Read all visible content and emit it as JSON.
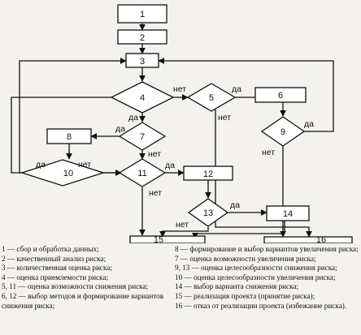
{
  "flowchart": {
    "blocks": [
      "1",
      "2",
      "3",
      "4",
      "5",
      "6",
      "7",
      "8",
      "9",
      "10",
      "11",
      "12",
      "13",
      "14",
      "15",
      "16"
    ],
    "labels": {
      "yes": "да",
      "no": "нет"
    }
  },
  "legend": {
    "left": [
      "1 — сбор и обработка данных;",
      "2 — качественный анализ риска;",
      "3 — количественная оценка риска;",
      "4 — оценка приемлемости риска;",
      "5, 11 — оценка возможности снижения риска;",
      "6, 12 — выбор методов и формирование вариантов снижения риска;"
    ],
    "right": [
      "8 — формирование и выбор вариантов увеличения риска;",
      "7 — оценка возможности увеличения риска;",
      "9, 13 — оценка целесообразности снижения риска;",
      "10 — оценка целесообразности увеличения риска;",
      "14 — выбор варианта снижения риска;",
      "15 — реализация проекта (принятие риска);",
      "16 — отказ от реализации проекта (избежание риска)."
    ]
  }
}
